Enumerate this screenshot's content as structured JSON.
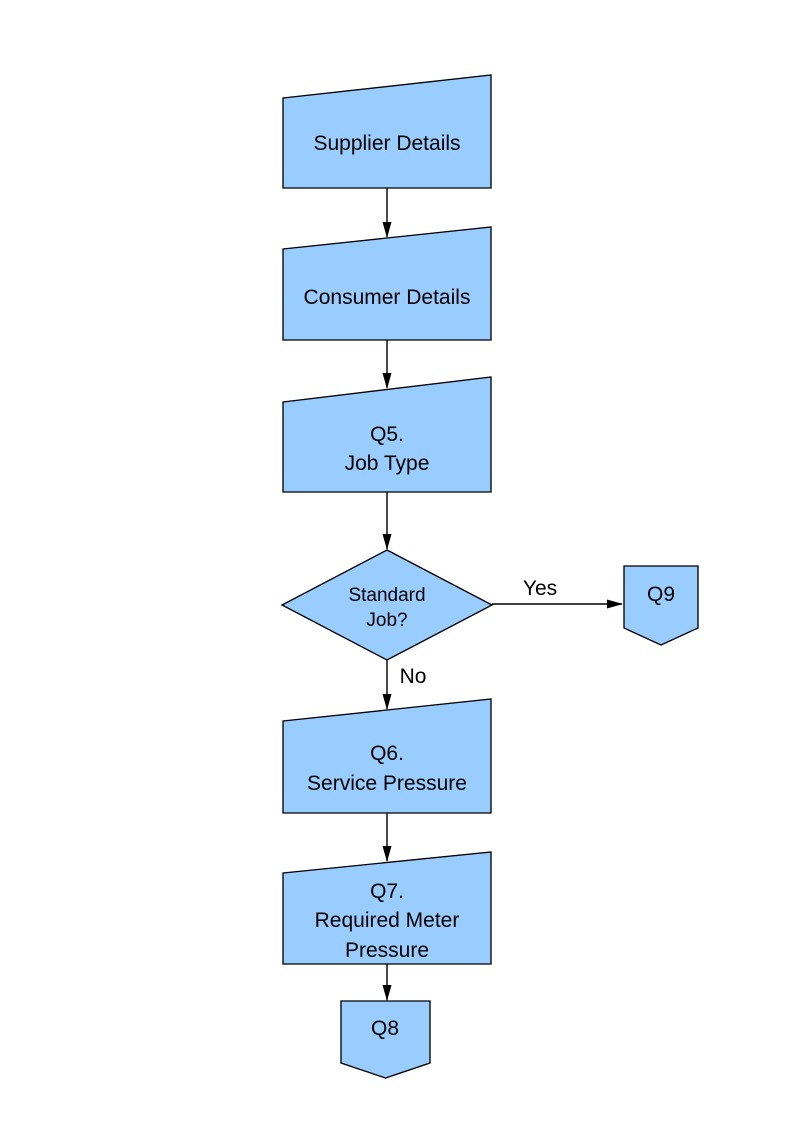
{
  "diagram": {
    "colors": {
      "background": "#ffffff",
      "node_fill": "#99ccff",
      "node_stroke": "#000000",
      "text": "#000000"
    },
    "nodes": {
      "supplier": {
        "shape": "manual-input",
        "label": "Supplier Details"
      },
      "consumer": {
        "shape": "manual-input",
        "label": "Consumer Details"
      },
      "q5": {
        "shape": "manual-input",
        "line1": "Q5.",
        "line2": "Job Type"
      },
      "standard_job": {
        "shape": "decision",
        "line1": "Standard",
        "line2": "Job?"
      },
      "q9": {
        "shape": "off-page-connector",
        "label": "Q9"
      },
      "q6": {
        "shape": "manual-input",
        "line1": "Q6.",
        "line2": "Service Pressure"
      },
      "q7": {
        "shape": "manual-input",
        "line1": "Q7.",
        "line2": "Required Meter",
        "line3": "Pressure"
      },
      "q8": {
        "shape": "off-page-connector",
        "label": "Q8"
      }
    },
    "edge_labels": {
      "yes": "Yes",
      "no": "No"
    }
  }
}
